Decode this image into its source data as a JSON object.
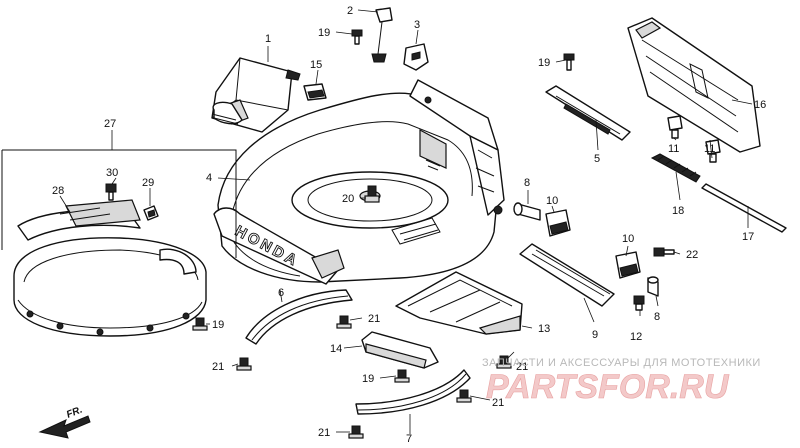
{
  "part_numbers": [
    "1",
    "2",
    "3",
    "4",
    "5",
    "6",
    "7",
    "8",
    "9",
    "10",
    "11",
    "12",
    "13",
    "14",
    "15",
    "16",
    "17",
    "18",
    "19",
    "20",
    "21",
    "22",
    "27",
    "28",
    "29",
    "30"
  ],
  "housing_brand": "HONDA",
  "direction_marker": "FR.",
  "watermark": {
    "tagline": "ЗАПЧАСТИ И АКСЕССУАРЫ ДЛЯ МОТОТЕХНИКИ",
    "logo": "PARTSFOR.RU",
    "logo_color": "#e8a2a2"
  }
}
